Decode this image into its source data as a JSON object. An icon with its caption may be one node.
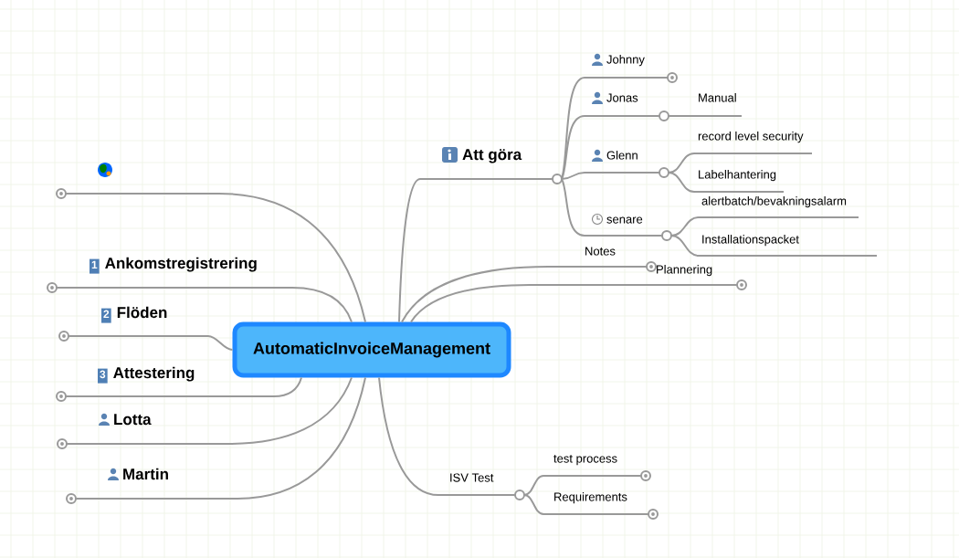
{
  "diagram": {
    "nodes": [
      {
        "text": [
          "AutomaticInvoiceManagement"
        ]
      },
      {
        "text": [],
        "shape": "line"
      },
      {
        "text": [
          "1",
          "Ankomstregistrering"
        ]
      },
      {
        "text": [
          "2",
          "Flöden"
        ]
      },
      {
        "text": [
          "3",
          "Attestering"
        ]
      },
      {
        "text": [
          "Lotta"
        ]
      },
      {
        "text": [
          "Martin"
        ]
      },
      {
        "text": [
          "Att göra"
        ]
      },
      {
        "text": [
          "Johnny"
        ]
      },
      {
        "text": [
          "Jonas"
        ]
      },
      {
        "text": [
          "Manual"
        ]
      },
      {
        "text": [
          "Glenn"
        ]
      },
      {
        "text": [
          "record level security"
        ]
      },
      {
        "text": [
          "Labelhantering"
        ]
      },
      {
        "text": [
          "senare"
        ]
      },
      {
        "text": [
          "alertbatch/bevakningsalarm"
        ]
      },
      {
        "text": [
          "Installationspacket"
        ]
      },
      {
        "text": [
          "Notes"
        ]
      },
      {
        "text": [
          "Plannering"
        ]
      },
      {
        "text": [
          "ISV Test"
        ]
      },
      {
        "text": [
          "test process"
        ]
      },
      {
        "text": [
          "Requirements"
        ]
      }
    ],
    "edges": [
      {
        "from": 0,
        "to": 1,
        "arrow": "none"
      },
      {
        "from": 0,
        "to": 2,
        "arrow": "none"
      },
      {
        "from": 0,
        "to": 3,
        "arrow": "none"
      },
      {
        "from": 0,
        "to": 4,
        "arrow": "none"
      },
      {
        "from": 0,
        "to": 5,
        "arrow": "none"
      },
      {
        "from": 0,
        "to": 6,
        "arrow": "none"
      },
      {
        "from": 0,
        "to": 7,
        "arrow": "none"
      },
      {
        "from": 7,
        "to": 8,
        "arrow": "none"
      },
      {
        "from": 7,
        "to": 9,
        "arrow": "none"
      },
      {
        "from": 9,
        "to": 10,
        "arrow": "none"
      },
      {
        "from": 7,
        "to": 11,
        "arrow": "none"
      },
      {
        "from": 11,
        "to": 12,
        "arrow": "none"
      },
      {
        "from": 11,
        "to": 13,
        "arrow": "none"
      },
      {
        "from": 7,
        "to": 14,
        "arrow": "none"
      },
      {
        "from": 14,
        "to": 15,
        "arrow": "none"
      },
      {
        "from": 14,
        "to": 16,
        "arrow": "none"
      },
      {
        "from": 0,
        "to": 17,
        "arrow": "none"
      },
      {
        "from": 0,
        "to": 18,
        "arrow": "none"
      },
      {
        "from": 0,
        "to": 19,
        "arrow": "none"
      },
      {
        "from": 19,
        "to": 20,
        "arrow": "none"
      },
      {
        "from": 19,
        "to": 21,
        "arrow": "none"
      }
    ]
  }
}
